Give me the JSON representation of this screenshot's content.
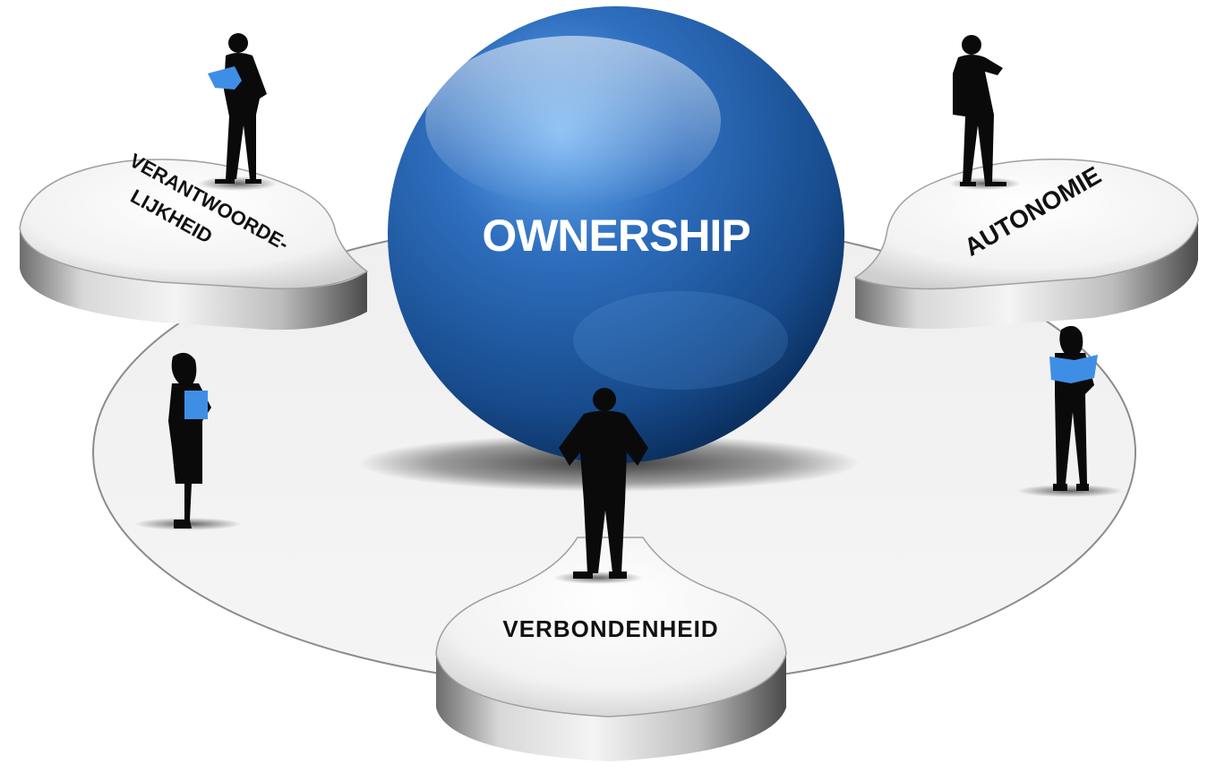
{
  "center": {
    "label": "OWNERSHIP",
    "color": "#1f5da6"
  },
  "platforms": {
    "left": {
      "label_line1": "VERANTWOORDE-",
      "label_line2": "LIJKHEID"
    },
    "right": {
      "label": "AUTONOMIE"
    },
    "bottom": {
      "label": "VERBONDENHEID"
    }
  },
  "accent_color": "#3f8ee6",
  "figures": [
    "person-with-folder-icon",
    "person-on-phone-icon",
    "woman-with-folder-icon",
    "woman-with-folder-icon",
    "man-hands-on-hips-icon"
  ]
}
